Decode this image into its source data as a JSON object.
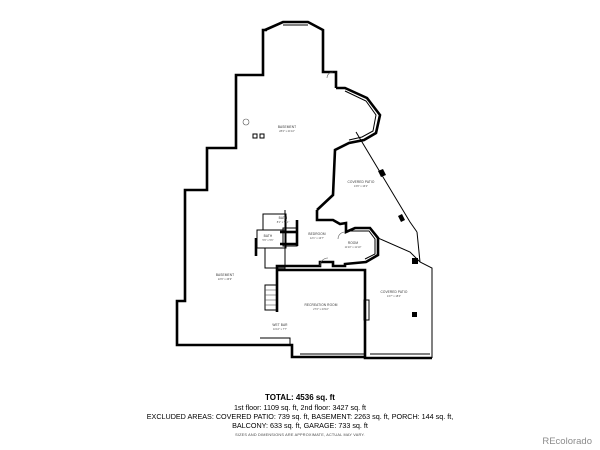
{
  "floorplan": {
    "rooms": [
      {
        "name": "BASEMENT",
        "dims": "28'4\" x 21'10\""
      },
      {
        "name": "BASEMENT",
        "dims": "22'9\" x 46'9\""
      },
      {
        "name": "COVERED PATIO",
        "dims": "13'9\" x 16'2\""
      },
      {
        "name": "COVERED PATIO",
        "dims": "13'7\" x 18'4\""
      },
      {
        "name": "BEDROOM",
        "dims": "12'1\" x 13'7\""
      },
      {
        "name": "BATH",
        "dims": "8'1\" x 5'11\""
      },
      {
        "name": "BATH",
        "dims": "5'9\" x 5'6\""
      },
      {
        "name": "ROOM",
        "dims": "11'10\" x 11'10\""
      },
      {
        "name": "RECREATION ROOM",
        "dims": "27'2\" x 23'10\""
      },
      {
        "name": "WET BAR",
        "dims": "11'10\" x 7'7\""
      }
    ]
  },
  "summary": {
    "total": "TOTAL: 4536 sq. ft",
    "floors": "1st floor: 1109 sq. ft, 2nd floor: 3427 sq. ft",
    "excluded_line1": "EXCLUDED AREAS: COVERED PATIO: 739 sq. ft, BASEMENT: 2263 sq. ft, PORCH: 144 sq. ft,",
    "excluded_line2": "BALCONY: 633 sq. ft, GARAGE: 733 sq. ft",
    "disclaimer": "SIZES AND DIMENSIONS ARE APPROXIMATE, ACTUAL MAY VARY."
  },
  "watermark": "REcolorado"
}
